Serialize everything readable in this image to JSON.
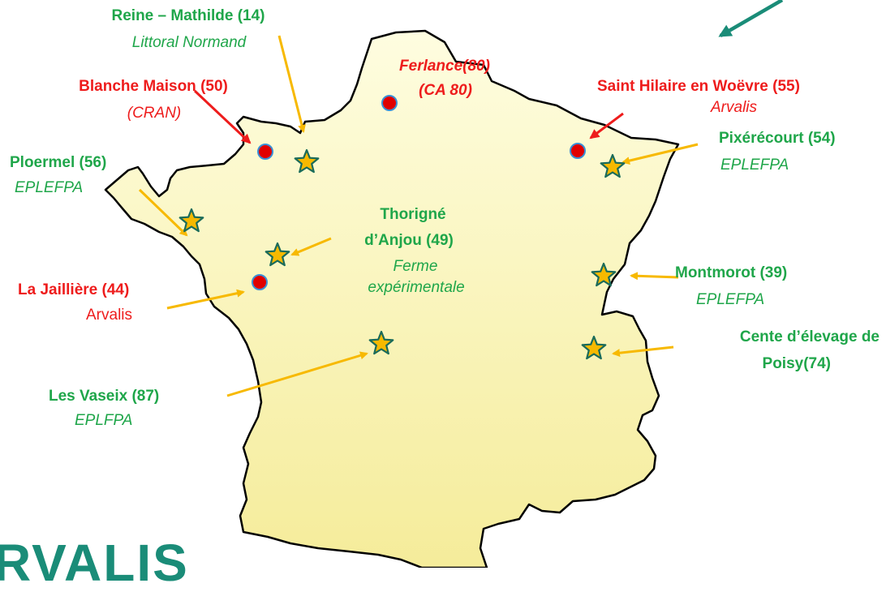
{
  "colors": {
    "land_fill_top": "#fefde0",
    "land_fill_bottom": "#f5ec9a",
    "outline": "#000000",
    "label_green": "#1fa64a",
    "label_red": "#ee1c1c",
    "arrow_yellow": "#f7b900",
    "arrow_red": "#ee1c1c",
    "arrow_teal": "#1a8c78",
    "star_fill": "#f7b900",
    "star_stroke": "#1a6b5a",
    "dot_fill": "#e00000",
    "dot_stroke": "#3a8fd6"
  },
  "legend_icons": {
    "star": "star-icon",
    "dot": "red-dot-marker"
  },
  "sites": {
    "reine_mathilde": {
      "name": "Reine – Mathilde (14)",
      "sub": "Littoral Normand"
    },
    "ferlance": {
      "name": "Ferlance(80)",
      "sub": "(CA 80)"
    },
    "blanche_maison": {
      "name": "Blanche Maison (50)",
      "sub": "(CRAN)"
    },
    "saint_hilaire": {
      "name": "Saint Hilaire en Woëvre (55)",
      "sub": "Arvalis"
    },
    "pixerecourt": {
      "name": "Pixérécourt (54)",
      "sub": "EPLEFPA"
    },
    "ploermel": {
      "name": "Ploermel (56)",
      "sub": "EPLEFPA"
    },
    "thorigne": {
      "name_line1": "Thorigné",
      "name_line2": "d’Anjou (49)",
      "sub_line1": "Ferme",
      "sub_line2": "expérimentale"
    },
    "la_jailliere": {
      "name": "La Jaillière (44)",
      "sub": "Arvalis"
    },
    "montmorot": {
      "name": "Montmorot (39)",
      "sub": "EPLEFPA"
    },
    "poisy": {
      "name_line1": "Cente d’élevage de",
      "name_line2": "Poisy(74)"
    },
    "les_vaseix": {
      "name": "Les Vaseix (87)",
      "sub": "EPLFPA"
    }
  },
  "logo": {
    "text": "RVALIS"
  }
}
